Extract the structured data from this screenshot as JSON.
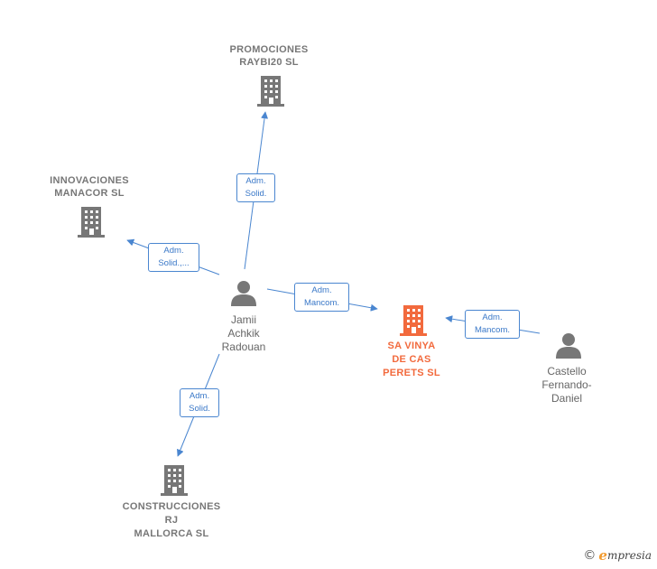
{
  "nodes": {
    "promociones": {
      "label": "PROMOCIONES\nRAYBI20  SL"
    },
    "innovaciones": {
      "label": "INNOVACIONES\nMANACOR  SL"
    },
    "jamii": {
      "label": "Jamii\nAchkik\nRadouan"
    },
    "sa_vinya": {
      "label": "SA VINYA\nDE CAS\nPERETS  SL"
    },
    "castello": {
      "label": "Castello\nFernando-\nDaniel"
    },
    "construcciones": {
      "label": "CONSTRUCCIONES\nRJ\nMALLORCA  SL"
    }
  },
  "edges": {
    "to_promociones": {
      "label": "Adm.\nSolid."
    },
    "to_innovaciones": {
      "label": "Adm.\nSolid.,..."
    },
    "to_sa_vinya": {
      "label": "Adm.\nMancom."
    },
    "castello_to_sa_vinya": {
      "label": "Adm.\nMancom."
    },
    "to_construcciones": {
      "label": "Adm.\nSolid."
    }
  },
  "colors": {
    "company": "#777777",
    "focus_company": "#f26a3d",
    "edge": "#4a86d0",
    "person": "#777777"
  },
  "footer": {
    "copyright_symbol": "©",
    "brand_e": "e",
    "brand_rest": "mpresia"
  }
}
